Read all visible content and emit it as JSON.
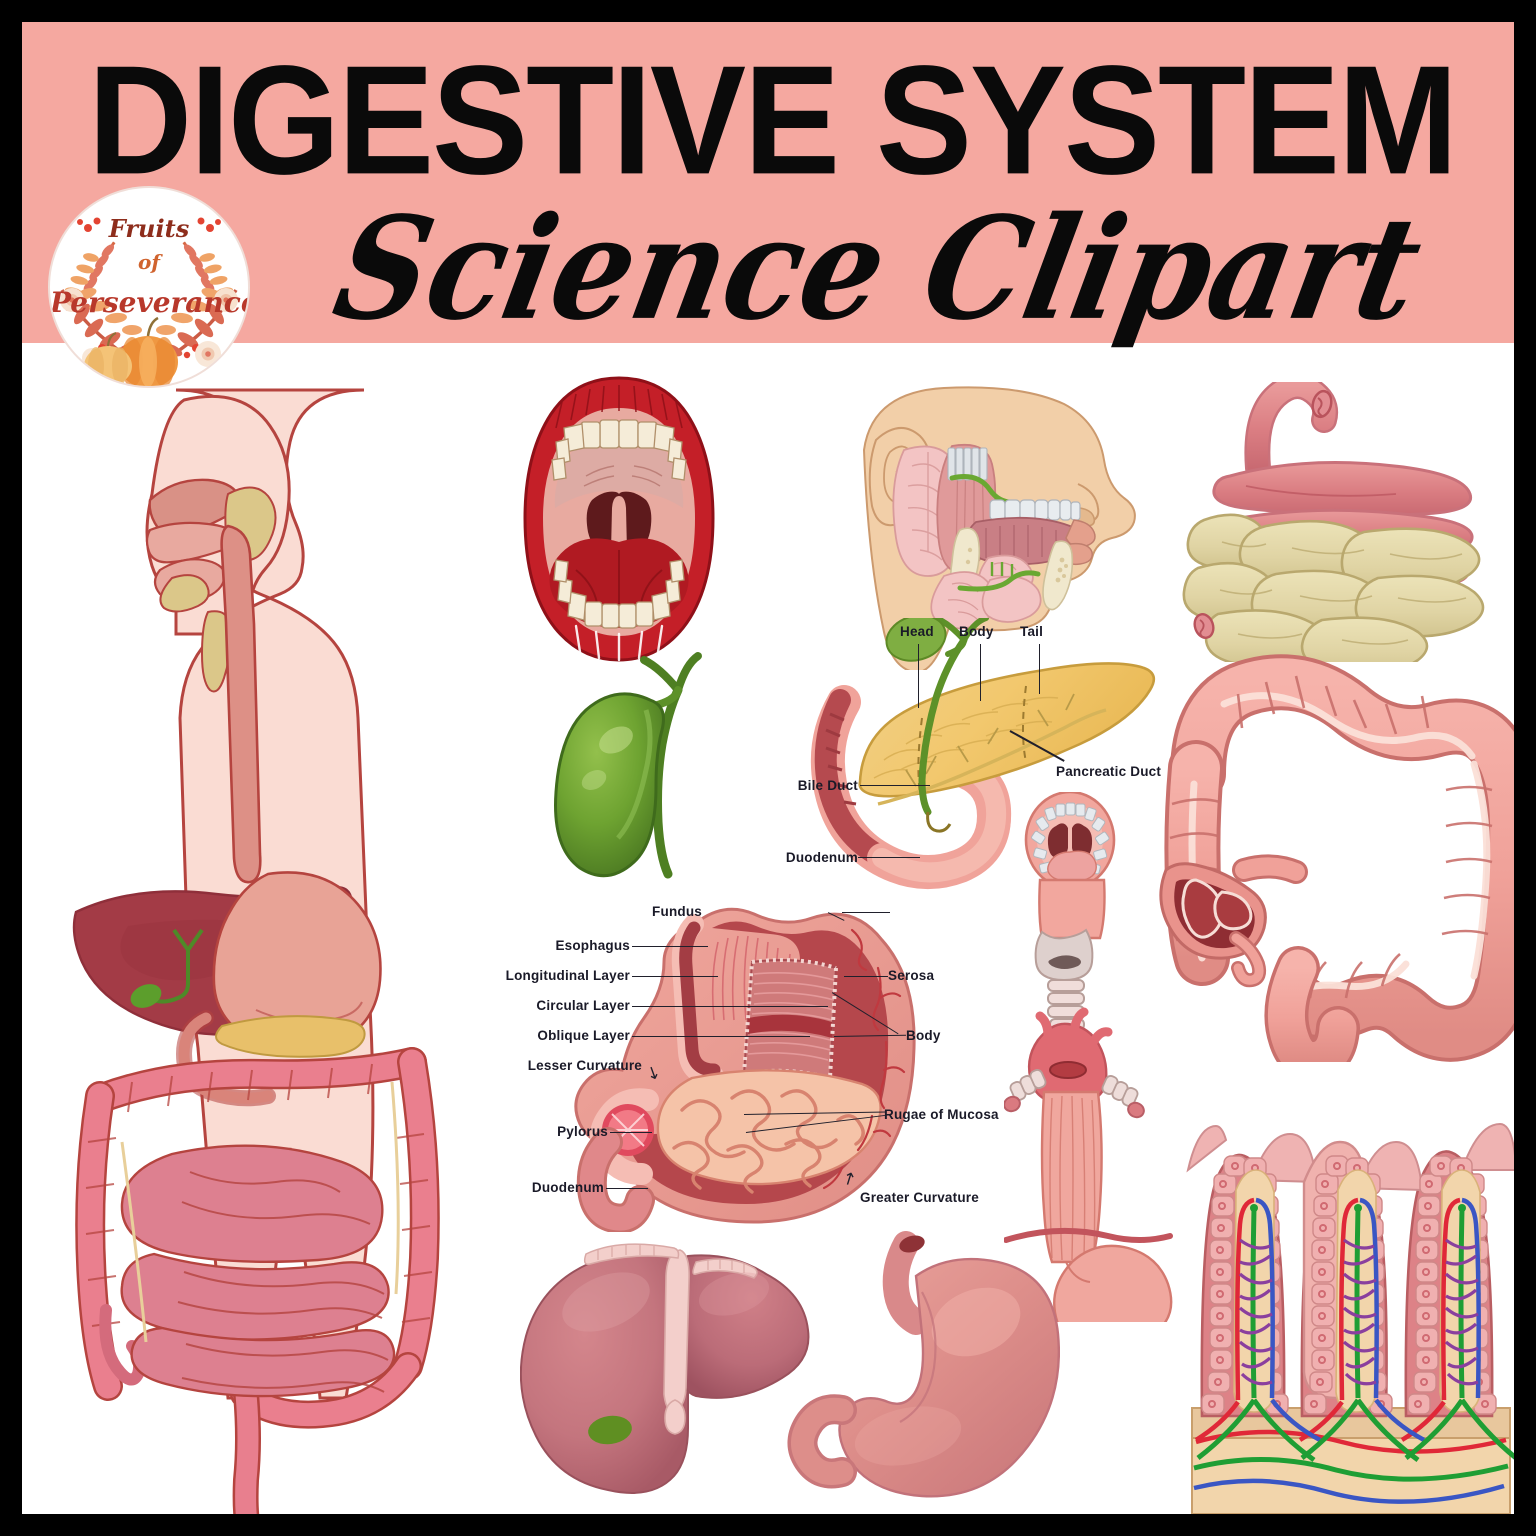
{
  "poster": {
    "title_main": "DIGESTIVE SYSTEM",
    "title_script": "Science Clipart",
    "frame_color": "#000000",
    "header_color": "#f5a8a0",
    "canvas_color": "#ffffff"
  },
  "logo": {
    "name": "fruits-of-perseverance-badge",
    "line1": "Fruits",
    "line2": "of",
    "line3": "Perseverance",
    "accent_colors": [
      "#d4603a",
      "#e88a4e",
      "#b8382b",
      "#f0a07a"
    ]
  },
  "figures": [
    {
      "id": "torso",
      "name": "human-torso-digestive-tract",
      "caption": "Human torso with full digestive tract"
    },
    {
      "id": "open-mouth",
      "name": "open-mouth-oral-cavity",
      "caption": "Open mouth / oral cavity"
    },
    {
      "id": "salivary",
      "name": "salivary-glands-head",
      "caption": "Head with salivary glands"
    },
    {
      "id": "small-intestine",
      "name": "small-intestine",
      "caption": "Small intestine"
    },
    {
      "id": "gallbladder",
      "name": "gallbladder",
      "caption": "Gallbladder with bile ducts"
    },
    {
      "id": "pancreas",
      "name": "pancreas-duodenum",
      "caption": "Pancreas and duodenum"
    },
    {
      "id": "large-intestine",
      "name": "large-intestine-colon",
      "caption": "Large intestine / colon"
    },
    {
      "id": "stomach-cutaway",
      "name": "stomach-cross-section",
      "caption": "Stomach cross-section"
    },
    {
      "id": "esophagus",
      "name": "esophagus-trachea",
      "caption": "Esophagus, larynx and trachea"
    },
    {
      "id": "liver",
      "name": "liver",
      "caption": "Liver with gallbladder"
    },
    {
      "id": "stomach-whole",
      "name": "stomach-whole",
      "caption": "Whole stomach"
    },
    {
      "id": "villi",
      "name": "intestinal-villi-cross-section",
      "caption": "Intestinal villi cross-section"
    }
  ],
  "pancreas_labels": {
    "head": "Head",
    "body": "Body",
    "tail": "Tail",
    "pancreatic_duct": "Pancreatic Duct",
    "bile_duct": "Bile Duct",
    "duodenum": "Duodenum"
  },
  "stomach_labels": {
    "fundus": "Fundus",
    "esophagus": "Esophagus",
    "longitudinal_layer": "Longitudinal Layer",
    "circular_layer": "Circular Layer",
    "oblique_layer": "Oblique Layer",
    "lesser_curvature": "Lesser Curvature",
    "pylorus": "Pylorus",
    "duodenum": "Duodenum",
    "serosa": "Serosa",
    "body": "Body",
    "rugae_of_mucosa": "Rugae of Mucosa",
    "greater_curvature": "Greater Curvature"
  },
  "palette": {
    "skin": "#fadcd3",
    "organ_pink": "#f0a396",
    "organ_deep_red": "#b03a44",
    "liver_maroon": "#a33b46",
    "gallbladder_green": "#5c8a2a",
    "pancreas_yellow": "#f0cb7a",
    "intestine_cream": "#e4dcae",
    "mouth_red": "#c41f28",
    "tooth_cream": "#f5ecd8",
    "face_tan": "#f2cfa8",
    "villi_tan": "#f2d5ab",
    "artery_red": "#e02838",
    "vein_blue": "#3a56c4",
    "lacteal_green": "#1f9e34",
    "label_ink": "#1a1a28"
  }
}
